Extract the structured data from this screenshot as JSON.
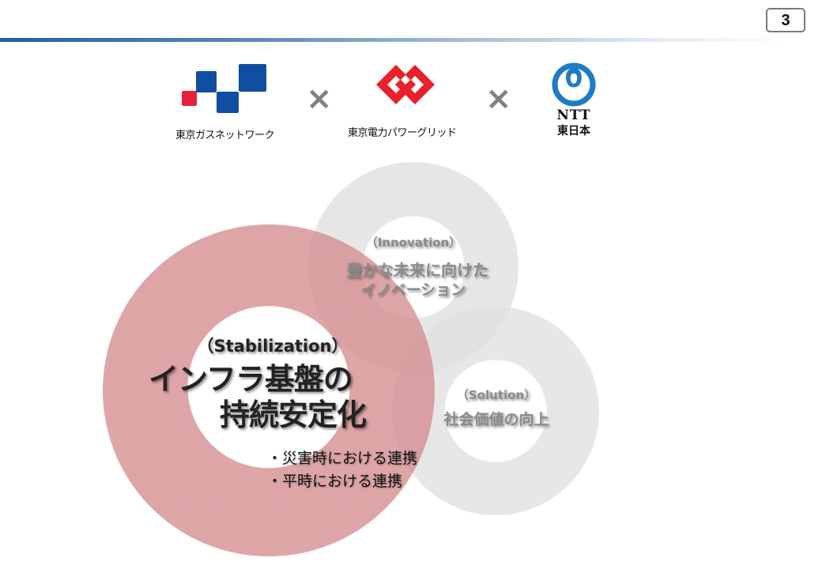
{
  "page": {
    "number": "3",
    "header_bar_color": "#1f5f9f"
  },
  "logos": {
    "company1": {
      "name": "東京ガスネットワーク",
      "colors": {
        "blue": "#0f4ea0",
        "red": "#e8213b"
      }
    },
    "company2": {
      "name": "東京電力パワーグリッド",
      "colors": {
        "red": "#e8212a"
      }
    },
    "company3": {
      "name_top": "NTT",
      "name_bottom": "東日本",
      "colors": {
        "blue": "#1f7bc4"
      }
    },
    "separator": "×"
  },
  "diagram": {
    "stabilization": {
      "label_en": "（Stabilization）",
      "title_line1": "インフラ基盤の",
      "title_line2": "持続安定化",
      "bullets": [
        "・災害時における連携",
        "・平時における連携"
      ],
      "color": "#d89a9c"
    },
    "innovation": {
      "label_en": "（Innovation）",
      "title_line1": "豊かな未来に向けた",
      "title_line2": "イノベーション",
      "color": "#e2e2e2"
    },
    "solution": {
      "label_en": "（Solution）",
      "title_line1": "社会価値の向上",
      "color": "#e2e2e2"
    }
  }
}
